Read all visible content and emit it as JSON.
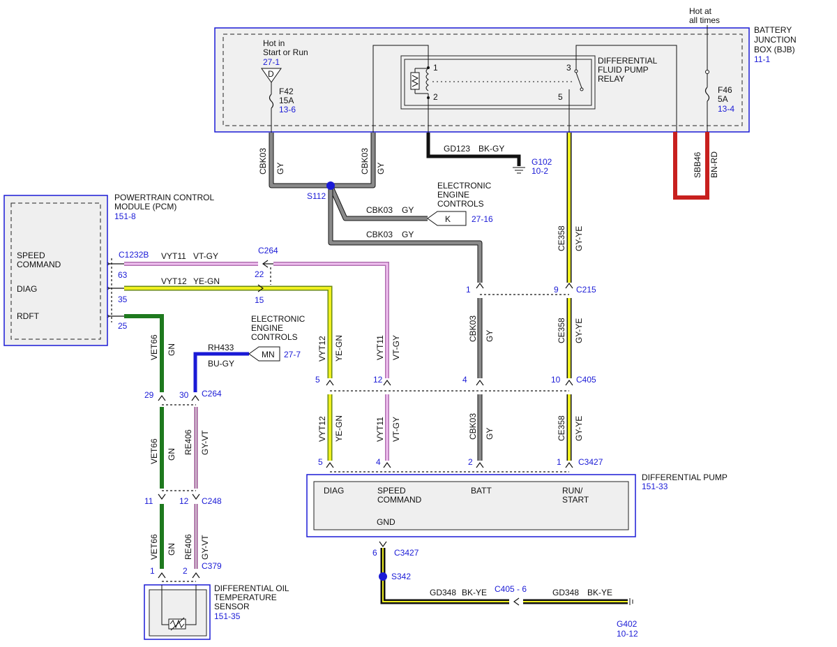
{
  "bjb": {
    "title_lines": [
      "BATTERY",
      "JUNCTION",
      "BOX (BJB)"
    ],
    "ref": "11-1",
    "hot_run_lines": [
      "Hot in",
      "Start or Run"
    ],
    "hot_run_ref": "27-1",
    "d_tag": "D",
    "fuse_f42": {
      "name": "F42",
      "amp": "15A",
      "ref": "13-6"
    },
    "hot_all_lines": [
      "Hot at",
      "all times"
    ],
    "fuse_f46": {
      "name": "F46",
      "amp": "5A",
      "ref": "13-4"
    }
  },
  "relay": {
    "title_lines": [
      "DIFFERENTIAL",
      "FLUID PUMP",
      "RELAY"
    ],
    "pins": [
      "1",
      "2",
      "3",
      "5"
    ]
  },
  "pcm": {
    "title_lines": [
      "POWERTRAIN CONTROL",
      "MODULE (PCM)"
    ],
    "ref": "151-8",
    "pin_speed_lines": [
      "SPEED",
      "COMMAND"
    ],
    "pin_diag": "DIAG",
    "pin_rdft": "RDFT",
    "connector": "C1232B",
    "pins": [
      "63",
      "35",
      "25"
    ]
  },
  "pump": {
    "title": "DIFFERENTIAL PUMP",
    "ref": "151-33",
    "diag": "DIAG",
    "speed_lines": [
      "SPEED",
      "COMMAND"
    ],
    "batt": "BATT",
    "run_lines": [
      "RUN/",
      "START"
    ],
    "gnd": "GND",
    "connector": "C3427",
    "pins": [
      "5",
      "4",
      "2",
      "1"
    ],
    "gnd_pin": "6"
  },
  "sensor": {
    "title_lines": [
      "DIFFERENTIAL OIL",
      "TEMPERATURE",
      "SENSOR"
    ],
    "ref": "151-35",
    "connector": "C379",
    "pins": [
      "1",
      "2"
    ]
  },
  "eec1": {
    "title_lines": [
      "ELECTRONIC",
      "ENGINE",
      "CONTROLS"
    ],
    "tag": "K",
    "ref": "27-16"
  },
  "eec2": {
    "title_lines": [
      "ELECTRONIC",
      "ENGINE",
      "CONTROLS"
    ],
    "tag": "MN",
    "ref": "27-7"
  },
  "splices": {
    "s112": "S112",
    "s342": "S342"
  },
  "grounds": {
    "g102": {
      "name": "G102",
      "ref": "10-2"
    },
    "g402": {
      "name": "G402",
      "ref": "10-12"
    }
  },
  "connectors": {
    "c264": "C264",
    "c215": "C215",
    "c405": "C405",
    "c248": "C248",
    "c405_6": "C405 - 6",
    "c264_pins": [
      "22",
      "15"
    ],
    "c264b_pins": [
      "29",
      "30"
    ],
    "c215_pins": [
      "1",
      "9"
    ],
    "c405_pins": [
      "5",
      "12",
      "4",
      "10"
    ],
    "c248_pins": [
      "11",
      "12"
    ]
  },
  "wires": {
    "cbk03": "CBK03",
    "gy": "GY",
    "gd123": "GD123",
    "bkgy": "BK-GY",
    "sbb46": "SBB46",
    "bnrd": "BN-RD",
    "ce358": "CE358",
    "gyye": "GY-YE",
    "vyt11": "VYT11",
    "vtgy": "VT-GY",
    "vyt12": "VYT12",
    "yegn": "YE-GN",
    "vet66": "VET66",
    "gn": "GN",
    "rh433": "RH433",
    "bugy": "BU-GY",
    "re406": "RE406",
    "gyvt": "GY-VT",
    "gd348": "GD348",
    "bkye": "BK-YE"
  },
  "colors": {
    "accent_blue": "#1a1ad6",
    "gray_wire": "#8a8a8a",
    "black_wire": "#111111",
    "red_wire": "#c8201e",
    "yellow_stripe": "#f0f020",
    "violet_wire": "#e4a0e4",
    "green_wire": "#1e7a1e",
    "blue_wire": "#1a1ad6",
    "module_fill": "#efefef"
  }
}
